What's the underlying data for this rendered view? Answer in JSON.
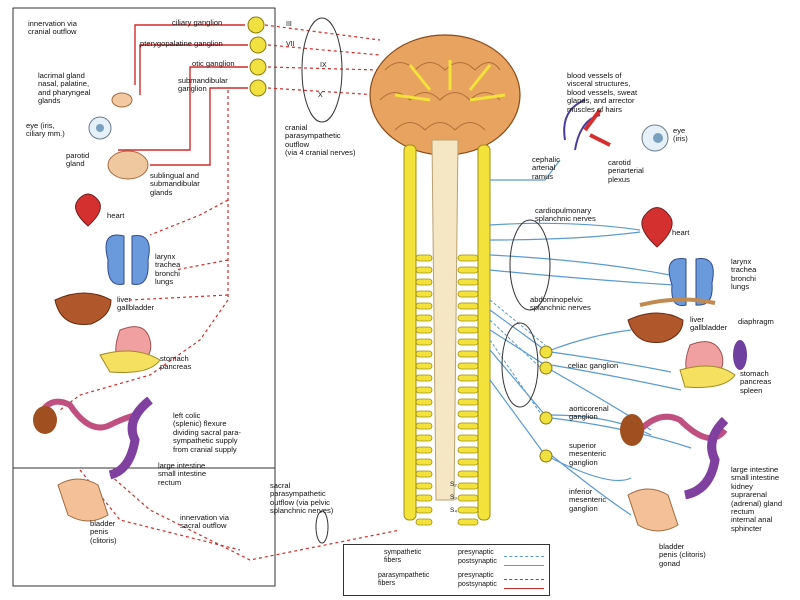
{
  "left_panel": {
    "top_title": "innervation via\ncranial outflow",
    "bottom_title": "innervation via\nsacral outflow",
    "ganglia": {
      "ciliary": "ciliary ganglion",
      "pterygopalatine": "pterygopalatine ganglion",
      "otic": "otic ganglion",
      "submandibular": "submandibular\nganglion"
    },
    "organs": {
      "lacrimal": "lacrimal gland\nnasal, palatine,\nand pharyngeal\nglands",
      "eye": "eye (iris,\nciliary mm.)",
      "parotid": "parotid\ngland",
      "sublingual": "sublingual and\nsubmandibular\nglands",
      "heart": "heart",
      "lungs": "larynx\ntrachea\nbronchi\nlungs",
      "liver": "liver\ngallbladder",
      "stomach": "stomach\npancreas",
      "colic": "left colic\n(splenic) flexure\ndividing sacral para-\nsympathetic supply\nfrom cranial supply",
      "intestine": "large intestine\nsmall intestine\nrectum",
      "bladder": "bladder\npenis\n(clitoris)"
    }
  },
  "center": {
    "cranial_nerves": [
      "III",
      "VII",
      "IX",
      "X"
    ],
    "cranial_outflow": "cranial\nparasympathetic\noutflow\n(via 4 cranial nerves)",
    "sacral_outflow": "sacral\nparasympathetic\noutflow (via pelvic\nsplanchnic nerves)",
    "sacral_segments": [
      "S₂",
      "S₃",
      "S₄"
    ]
  },
  "right_panel": {
    "head_targets": "blood vessels of\nvisceral structures,\nblood vessels, sweat\nglands, and arrector\nmuscles of hairs",
    "eye": "eye\n(iris)",
    "cephalic": "cephalic\narterial\nramus",
    "carotid": "carotid\nperiarterial\nplexus",
    "cardiopulmonary": "cardiopulmonary\nsplanchnic nerves",
    "heart": "heart",
    "lungs": "larynx\ntrachea\nbronchi\nlungs",
    "abdominopelvic": "abdominopelvic\nsplanchnic nerves",
    "liver": "liver\ngallbladder",
    "diaphragm": "diaphragm",
    "celiac": "celiac ganglion",
    "stomach": "stomach\npancreas\nspleen",
    "aorticorenal": "aorticorenal\nganglion",
    "superior_mesenteric": "superior\nmesenteric\nganglion",
    "intestine": "large intestine\nsmall intestine\nkidney\nsuprarenal\n(adrenal) gland\nrectum\ninternal anal\nsphincter",
    "inferior_mesenteric": "inferior\nmesenteric\nganglion",
    "bladder": "bladder\npenis (clitoris)\ngonad"
  },
  "legend": {
    "sympathetic": "sympathetic\nfibers",
    "parasympathetic": "parasympathetic\nfibers",
    "presynaptic": "presynaptic",
    "postsynaptic": "postsynaptic"
  },
  "colors": {
    "sympathetic": "#5a9ad0",
    "parasympathetic": "#d42a2a",
    "ganglion": "#f0e040",
    "spinal_cord": "#f5e7c4",
    "sympathetic_chain": "#f2e23a",
    "brain": "#e7a35f"
  }
}
